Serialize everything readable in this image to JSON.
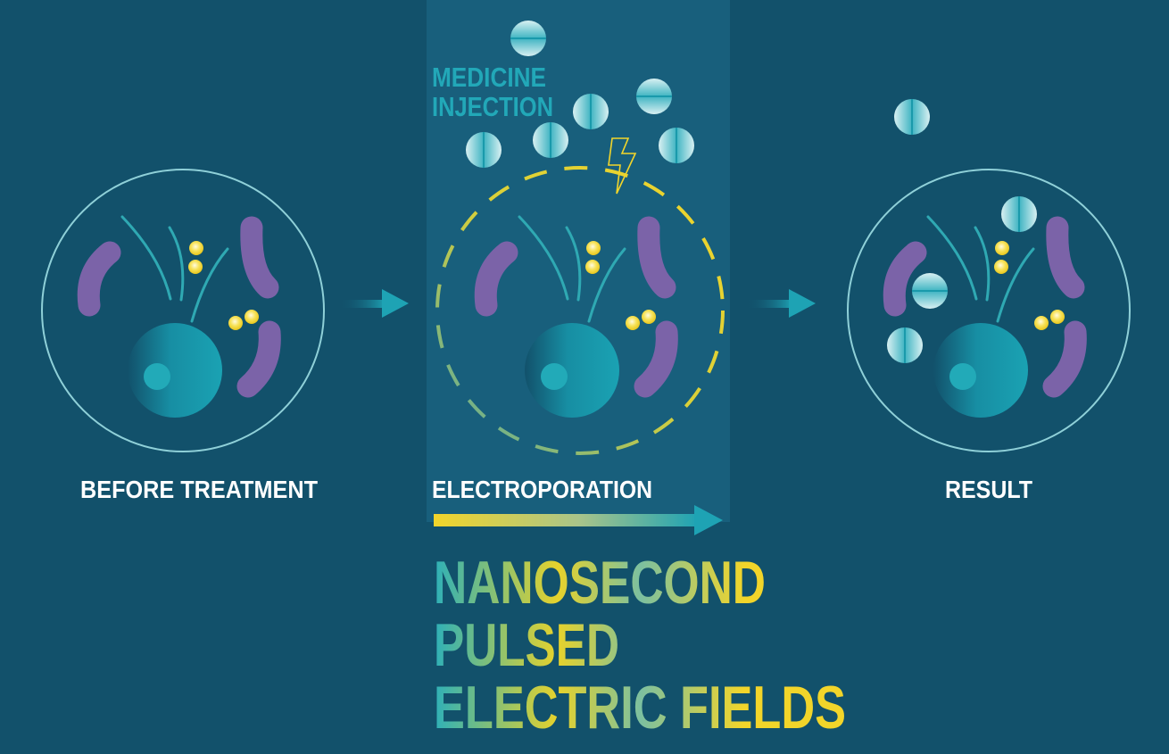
{
  "labels": {
    "medicine_injection": [
      "MEDICINE",
      "INJECTION"
    ],
    "before": "BEFORE TREATMENT",
    "electroporation": "ELECTROPORATION",
    "result": "RESULT"
  },
  "title_lines": [
    "NANOSECOND",
    "PULSED",
    "ELECTRIC FIELDS"
  ],
  "colors": {
    "background": "#12516b",
    "panel": "#185f7c",
    "purple": "#7b63a8",
    "teal": "#1e9fb0",
    "yellow": "#f2d52a"
  }
}
